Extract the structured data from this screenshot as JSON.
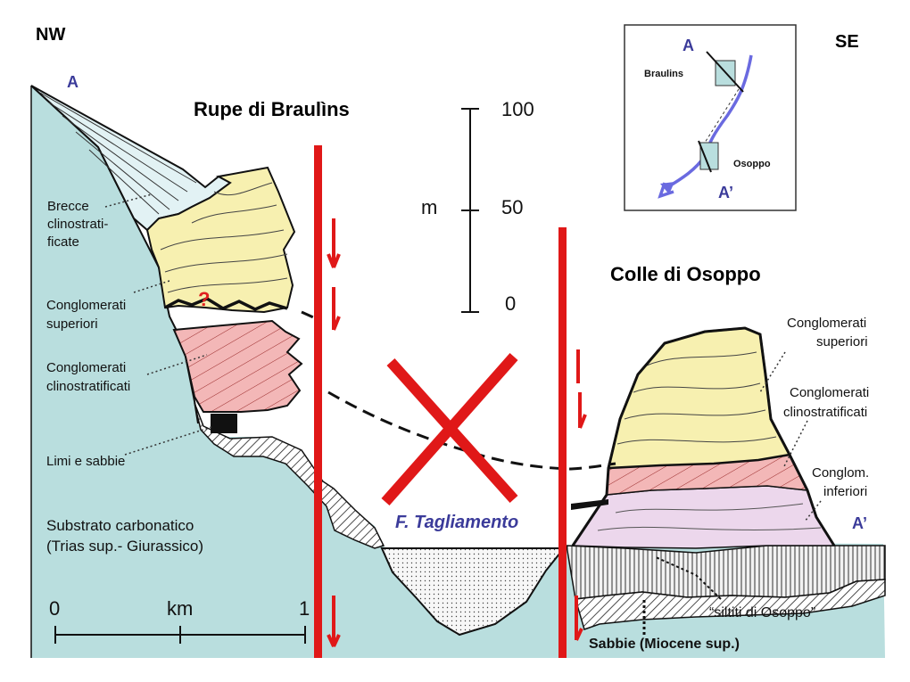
{
  "orientation": {
    "left": "NW",
    "right": "SE"
  },
  "section_ends": {
    "start": "A",
    "end": "A’"
  },
  "titles": {
    "left": "Rupe di Braulìns",
    "right": "Colle di Osoppo"
  },
  "vertical_scale": {
    "unit": "m",
    "ticks": [
      "100",
      "50",
      "0"
    ]
  },
  "horizontal_scale": {
    "unit": "km",
    "ticks": [
      "0",
      "1"
    ]
  },
  "left_labels": {
    "brecce_1": "Brecce",
    "brecce_2": "clinostrati-",
    "brecce_3": "ficate",
    "cong_sup_1": "Conglomerati",
    "cong_sup_2": "superiori",
    "cong_clino_1": "Conglomerati",
    "cong_clino_2": "clinostratificati",
    "limi": "Limi e sabbie",
    "substrato_1": "Substrato carbonatico",
    "substrato_2": "(Trias sup.- Giurassico)",
    "question_mark": "?"
  },
  "right_labels": {
    "cong_sup_1": "Conglomerati",
    "cong_sup_2": "superiori",
    "cong_clino_1": "Conglomerati",
    "cong_clino_2": "clinostratificati",
    "cong_inf_1": "Conglom.",
    "cong_inf_2": "inferiori",
    "siltiti": "“siltiti di Osoppo”",
    "sabbie": "Sabbie (Miocene sup.)"
  },
  "river_label": "F. Tagliamento",
  "inset_map": {
    "label_a": "A",
    "label_a_prime": "A’",
    "braulins": "Braulins",
    "osoppo": "Osoppo"
  },
  "colors": {
    "substrate": "#b9dede",
    "breccia": "#e2f2f4",
    "conglomerate_upper": "#f7f0b0",
    "conglomerate_clino": "#f3b7b7",
    "conglomerate_lower": "#ecd7ec",
    "fault": "#e01818",
    "label_blue": "#3b3b9a"
  }
}
